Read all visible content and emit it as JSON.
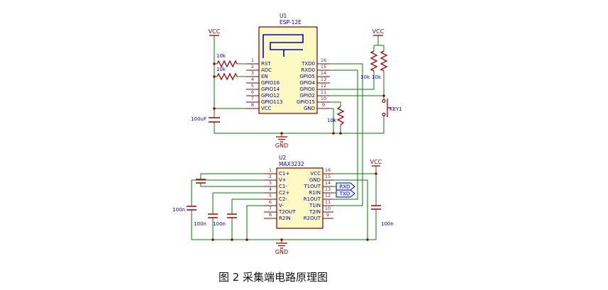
{
  "figure": {
    "caption": "图 2 采集端电路原理图"
  },
  "colors": {
    "wire": "#007b00",
    "component_symbol": "#a40000",
    "part_body_fill": "#fdf9c2",
    "part_body_border": "#7d0000",
    "logic_text_blue": "#0000c8",
    "power_text_red": "#800000",
    "pin_number_gray": "#3c3c3c",
    "background": "#ffffff"
  },
  "u1": {
    "designator": "U1",
    "part_number": "ESP-12E",
    "left_pins": [
      {
        "num": "1",
        "name": "RST"
      },
      {
        "num": "2",
        "name": "ADC"
      },
      {
        "num": "3",
        "name": "EN"
      },
      {
        "num": "4",
        "name": "GPIO16"
      },
      {
        "num": "5",
        "name": "GPIO14"
      },
      {
        "num": "6",
        "name": "GPIO12"
      },
      {
        "num": "7",
        "name": "GPIO113"
      },
      {
        "num": "8",
        "name": "VCC"
      }
    ],
    "right_pins": [
      {
        "num": "16",
        "name": "TXD0"
      },
      {
        "num": "15",
        "name": "RXD0"
      },
      {
        "num": "14",
        "name": "GPIO5"
      },
      {
        "num": "13",
        "name": "GPIO4"
      },
      {
        "num": "12",
        "name": "GPIO0"
      },
      {
        "num": "11",
        "name": "GPIO2"
      },
      {
        "num": "10",
        "name": "GPIO15"
      },
      {
        "num": "9",
        "name": "GND"
      }
    ]
  },
  "u2": {
    "designator": "U2",
    "part_number": "MAX3232",
    "left_pins": [
      {
        "num": "1",
        "name": "C1+"
      },
      {
        "num": "2",
        "name": "V+"
      },
      {
        "num": "3",
        "name": "C1-"
      },
      {
        "num": "4",
        "name": "C2+"
      },
      {
        "num": "5",
        "name": "C2-"
      },
      {
        "num": "6",
        "name": "V-"
      },
      {
        "num": "7",
        "name": "T2OUT"
      },
      {
        "num": "8",
        "name": "R2IN"
      }
    ],
    "right_pins": [
      {
        "num": "16",
        "name": "VCC"
      },
      {
        "num": "15",
        "name": "GND"
      },
      {
        "num": "14",
        "name": "T1OUT"
      },
      {
        "num": "13",
        "name": "R1IN"
      },
      {
        "num": "12",
        "name": "R1OUT"
      },
      {
        "num": "11",
        "name": "T1IN"
      },
      {
        "num": "10",
        "name": "T2IN"
      },
      {
        "num": "9",
        "name": "R2OUT"
      }
    ]
  },
  "power_labels": {
    "vcc_top_left": "VCC",
    "vcc_top_right": "VCC",
    "vcc_u2": "VCC",
    "gnd_u1": "GND",
    "gnd_u2": "GND"
  },
  "components": {
    "r1": {
      "value": "10k"
    },
    "r2": {
      "value": "10k"
    },
    "r3": {
      "value": "10k"
    },
    "r4": {
      "value": "10k"
    },
    "r5": {
      "value": "10k"
    },
    "c1": {
      "value": "100uF"
    },
    "c2": {
      "value": "100n"
    },
    "c3": {
      "value": "100n"
    },
    "c4": {
      "value": "100n"
    },
    "c5": {
      "value": "100n"
    },
    "key1": {
      "label": "KEY1"
    }
  },
  "ports": {
    "rxd": "RXD",
    "txd": "TXD"
  }
}
